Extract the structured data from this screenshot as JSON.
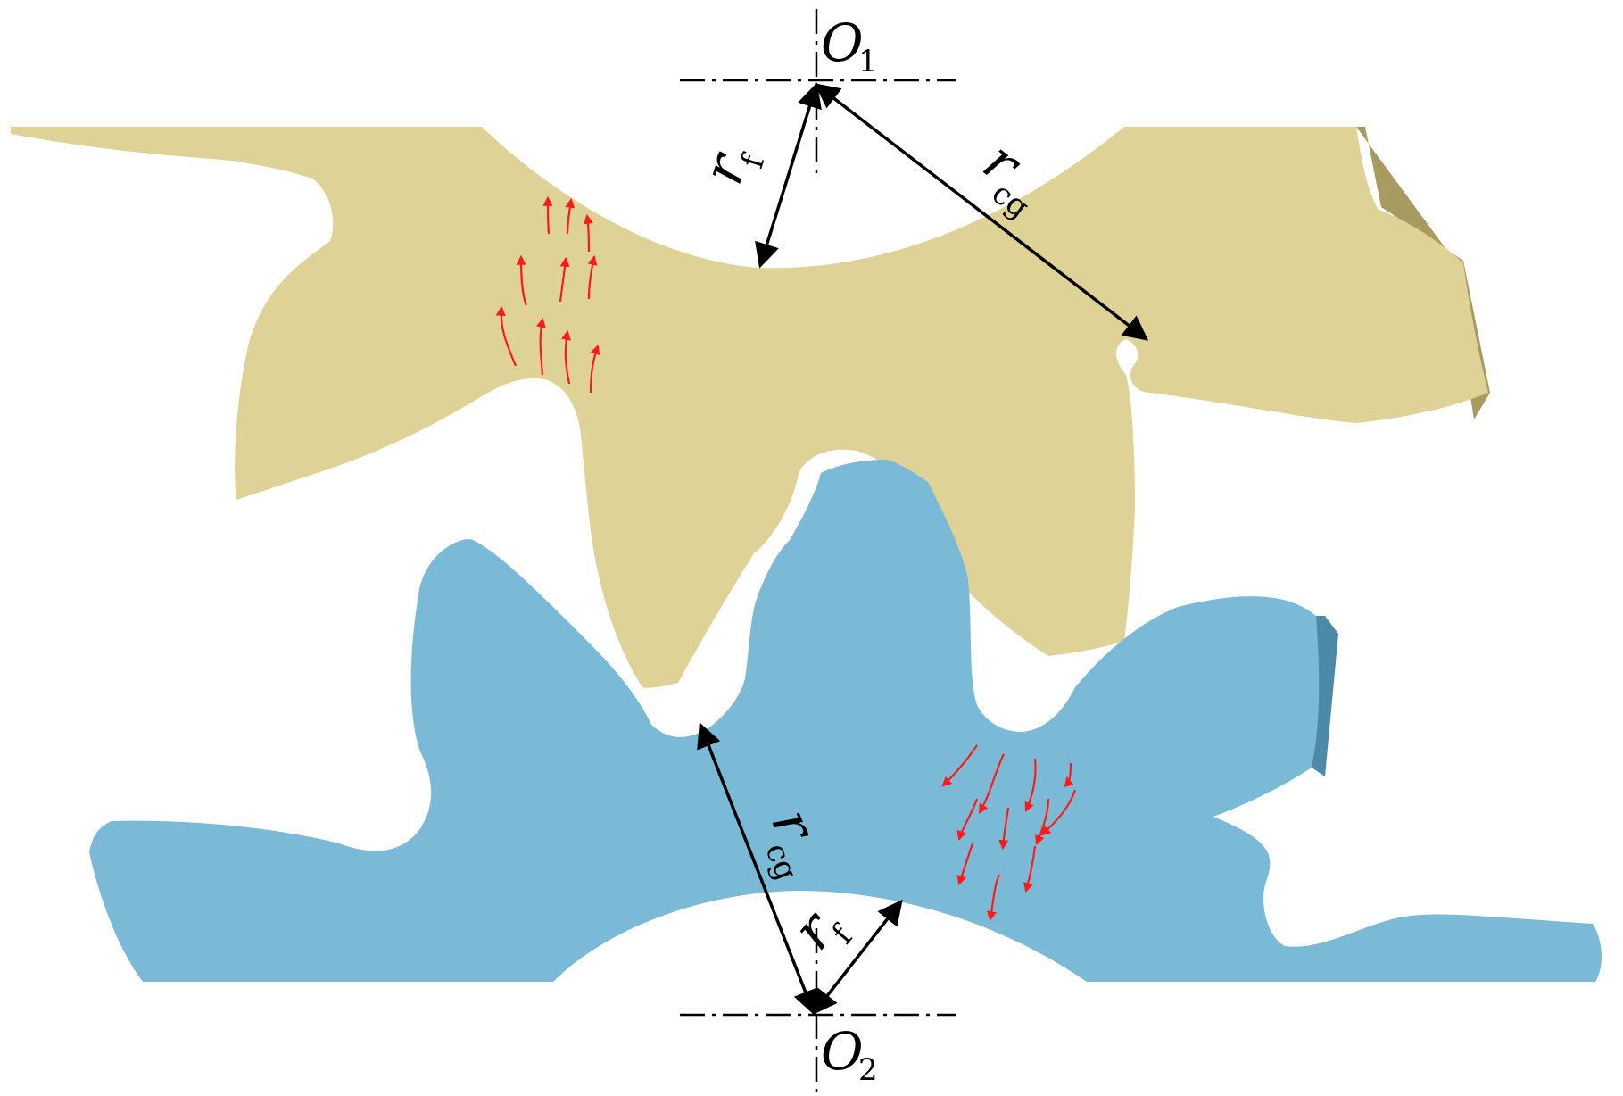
{
  "colors": {
    "upper_gear_fill": "#dfd297",
    "upper_gear_edge": "#a89b62",
    "lower_gear_fill": "#7bbad6",
    "lower_gear_edge": "#4d8aa8",
    "flow_arrows": "#ff1a1a",
    "dimension_arrows": "#000000",
    "centerlines": "#000000"
  },
  "labels": {
    "o1_main": "O",
    "o1_sub": "1",
    "o2_main": "O",
    "o2_sub": "2",
    "rf_main": "r",
    "rf_sub": "f",
    "rcg_main": "r",
    "rcg_sub": "cg"
  },
  "icons": {
    "upper_gear": "gear-icon",
    "lower_gear": "gear-icon",
    "flow": "arrow-up-icon",
    "center_mark": "crosshair-icon"
  }
}
